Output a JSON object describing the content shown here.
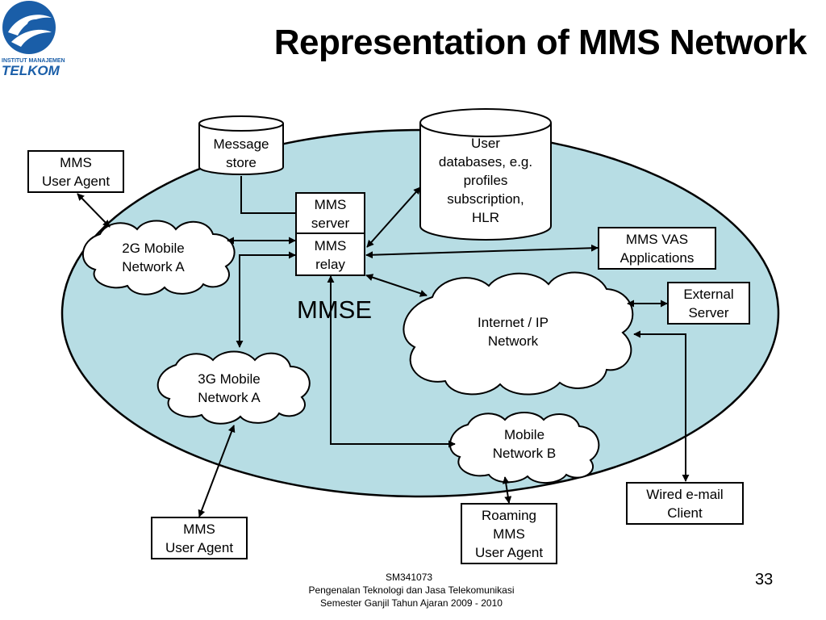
{
  "title": "Representation of MMS Network",
  "logo": {
    "line1": "INSTITUT MANAJEMEN",
    "line2": "TELKOM",
    "colors": {
      "primary": "#1a5ea8"
    }
  },
  "diagram": {
    "mmse_label": "MMSE",
    "nodes": {
      "message_store": [
        "Message",
        "store"
      ],
      "user_databases": [
        "User",
        "databases, e.g.",
        "profiles",
        "subscription,",
        "HLR"
      ],
      "mms_server": [
        "MMS",
        "server"
      ],
      "mms_relay": [
        "MMS",
        "relay"
      ],
      "mms_user_agent_top": [
        "MMS",
        "User Agent"
      ],
      "mobile_2g": [
        "2G Mobile",
        "Network A"
      ],
      "mobile_3g": [
        "3G Mobile",
        "Network A"
      ],
      "mms_vas": [
        "MMS VAS",
        "Applications"
      ],
      "external_server": [
        "External",
        "Server"
      ],
      "internet_ip": [
        "Internet / IP",
        "Network"
      ],
      "mobile_b": [
        "Mobile",
        "Network B"
      ],
      "wired_email": [
        "Wired e-mail",
        "Client"
      ],
      "roaming_ua": [
        "Roaming",
        "MMS",
        "User Agent"
      ],
      "mms_user_agent_bottom": [
        "MMS",
        "User Agent"
      ]
    },
    "colors": {
      "mmse_fill": "#b7dde4",
      "stroke": "#000000",
      "node_fill": "#ffffff"
    }
  },
  "footer": {
    "code": "SM341073",
    "course": "Pengenalan Teknologi dan Jasa Telekomunikasi",
    "semester": "Semester Ganjil Tahun Ajaran 2009 - 2010"
  },
  "page_number": "33"
}
